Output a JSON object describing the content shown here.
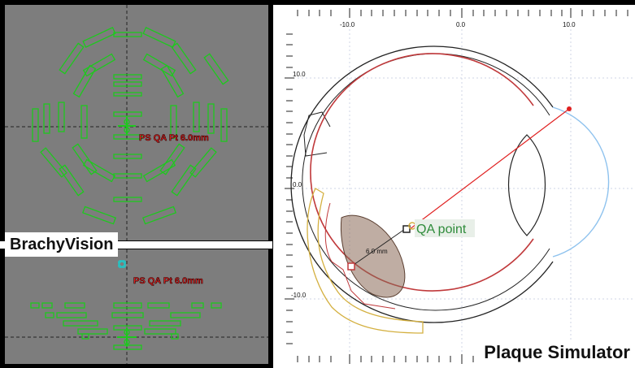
{
  "brachyvision": {
    "label": "BrachyVision",
    "qa_label_top": "PS QA Pt 6.0mm",
    "qa_label_bottom": "PS QA Pt 6.0mm"
  },
  "plaque_simulator": {
    "label": "Plaque Simulator",
    "qa_point_label": "QA point",
    "distance_label": "6.0 mm",
    "x_tick_labels": [
      "-10.0",
      "0.0",
      "10.0"
    ],
    "y_tick_labels": [
      "10.0",
      "0.0",
      "-10.0"
    ]
  },
  "colors": {
    "seed_green": "#1ec81e",
    "sclera_red": "#c0393b",
    "plaque_gold": "#d4b040",
    "cornea_blue": "#8ec2ee",
    "tumor_brown": "#8a6a58",
    "viewer_gray": "#7d7d7d",
    "qa_label_red": "#e02020",
    "qa_text_green": "#2e8b3a"
  }
}
